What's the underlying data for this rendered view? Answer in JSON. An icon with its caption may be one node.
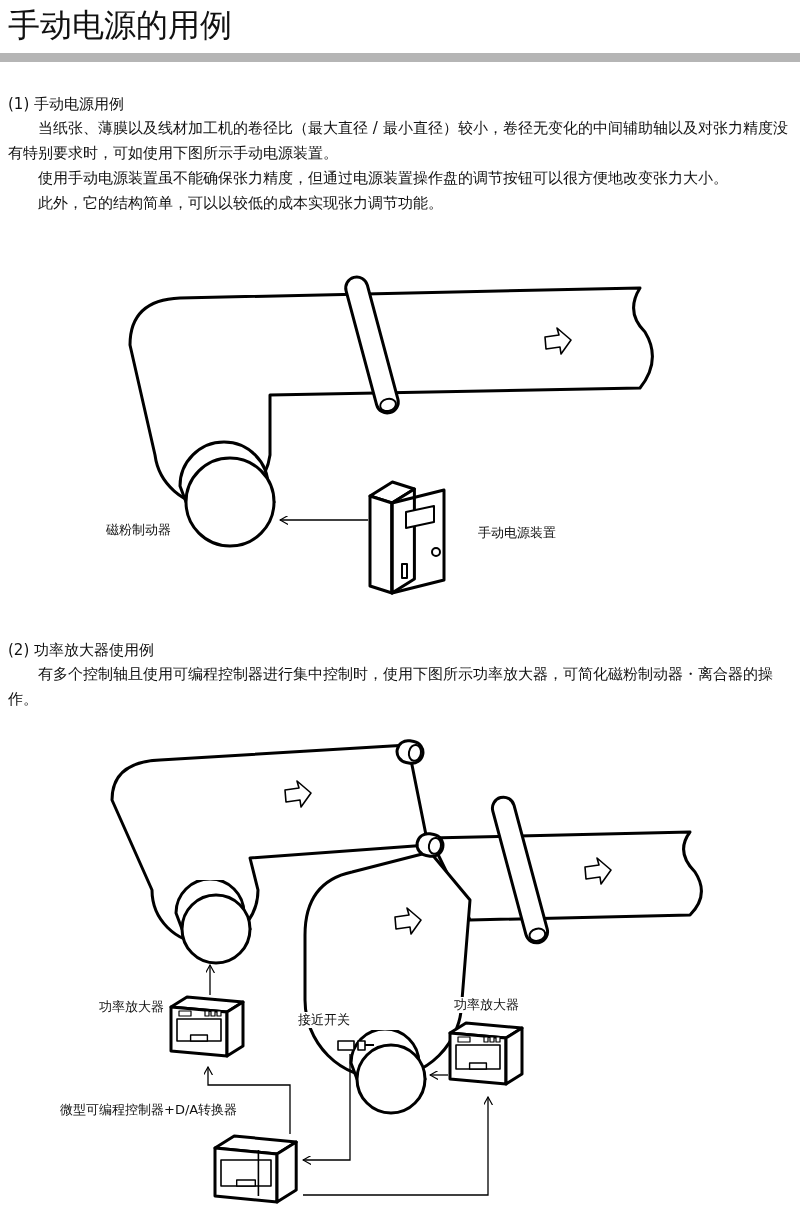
{
  "diagram": {
    "title": "手动电源的用例",
    "nodes": [
      {
        "text": [
          "磁粉制动器"
        ]
      },
      {
        "text": [
          "手动电源装置"
        ]
      },
      {
        "text": [],
        "shape": "cylinder"
      },
      {
        "text": [
          "功率放大器"
        ]
      },
      {
        "text": [],
        "shape": "cylinder"
      },
      {
        "text": [
          "接近开关"
        ]
      },
      {
        "text": [
          "功率放大器"
        ]
      },
      {
        "text": [
          "微型可编程控制器+D/A转换器"
        ]
      }
    ],
    "edges": [
      {
        "from": 1,
        "to": 0,
        "arrow": "to"
      },
      {
        "from": 3,
        "to": 2,
        "arrow": "to"
      },
      {
        "from": 7,
        "to": 3,
        "arrow": "to"
      },
      {
        "from": 5,
        "to": 7,
        "arrow": "to"
      },
      {
        "from": 6,
        "to": 4,
        "arrow": "to"
      },
      {
        "from": 7,
        "to": 6,
        "arrow": "to"
      }
    ],
    "labels": [
      "(1) 手动电源用例",
      "当纸张、薄膜以及线材加工机的卷径比（最大直径 / 最小直径）较小，卷径无变化的中间辅助轴以及对张力精度没有特别要求时，可如使用下图所示手动电源装置。",
      "使用手动电源装置虽不能确保张力精度，但通过电源装置操作盘的调节按钮可以很方便地改变张力大小。",
      "此外，它的结构简单，可以以较低的成本实现张力调节功能。",
      "(2) 功率放大器使用例",
      "有多个控制轴且使用可编程控制器进行集中控制时，使用下图所示功率放大器，可简化磁粉制动器・离合器的操作。"
    ]
  }
}
